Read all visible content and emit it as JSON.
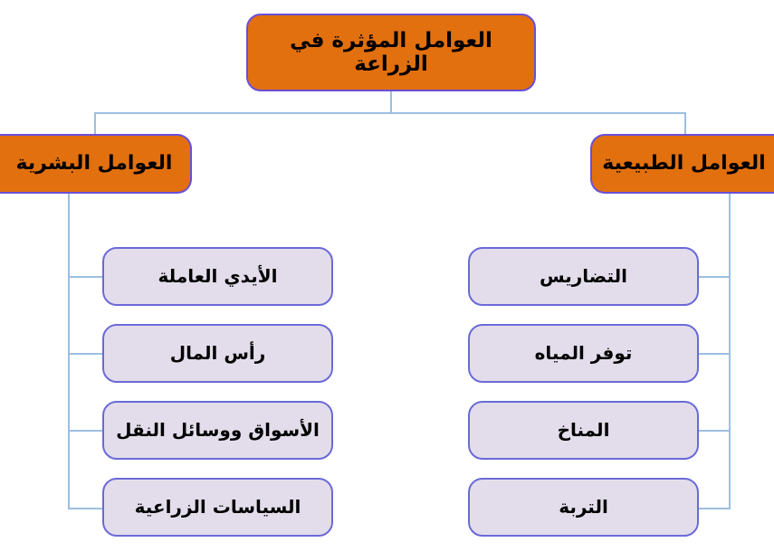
{
  "diagram": {
    "title": "العوامل المؤثرة في الزراعة",
    "direction": "rtl",
    "language": "ar",
    "colors": {
      "root_fill": "#E2700E",
      "branch_fill": "#E2700E",
      "leaf_fill": "#E3DDEB",
      "node_border": "#5B5BD6",
      "connector": "#9DBFDF",
      "text": "#000000",
      "background": "#FFFFFF"
    },
    "root": {
      "label": "العوامل المؤثرة في الزراعة"
    },
    "branches": [
      {
        "id": "human-factors",
        "label": "العوامل البشرية",
        "side": "left",
        "children": [
          {
            "id": "labor",
            "label": "الأيدي العاملة"
          },
          {
            "id": "capital",
            "label": "رأس المال"
          },
          {
            "id": "markets-transport",
            "label": "الأسواق ووسائل النقل"
          },
          {
            "id": "agricultural-policy",
            "label": "السياسات الزراعية"
          }
        ]
      },
      {
        "id": "natural-factors",
        "label": "العوامل الطبيعية",
        "side": "right",
        "children": [
          {
            "id": "terrain",
            "label": "التضاريس"
          },
          {
            "id": "water-supply",
            "label": "توفر المياه"
          },
          {
            "id": "climate",
            "label": "المناخ"
          },
          {
            "id": "soil",
            "label": "التربة"
          }
        ]
      }
    ]
  }
}
